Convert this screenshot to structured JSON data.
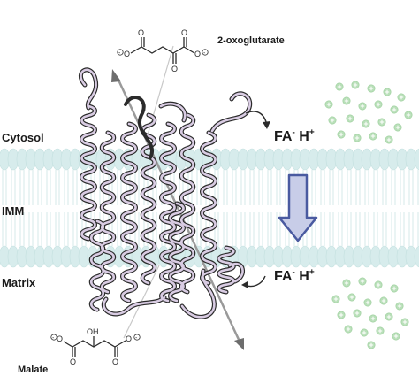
{
  "labels": {
    "cytosol": "Cytosol",
    "imm": "IMM",
    "matrix": "Matrix",
    "oxoglutarate": "2-oxoglutarate",
    "malate": "Malate"
  },
  "ions_top": {
    "fa": "FA",
    "fa_charge": "-",
    "h": "H",
    "h_charge": "+"
  },
  "ions_bottom": {
    "fa": "FA",
    "fa_charge": "-",
    "h": "H",
    "h_charge": "+"
  },
  "molecules": {
    "oxoglutarate_charges": [
      "-",
      "-"
    ],
    "malate_oh": "OH",
    "malate_charges": [
      "-",
      "-"
    ]
  },
  "icons": {
    "membrane": "lipid-bilayer-icon",
    "protein": "transporter-protein-icon",
    "arrow": "down-arrow-icon",
    "protons": "proton-cluster-icon"
  },
  "colors": {
    "membrane": "#d7ecec",
    "protein_fill": "#d9cce3",
    "protein_outline": "#2b2b2b",
    "arrow_fill": "#c8cde8",
    "arrow_stroke": "#4a5aa0",
    "proton": "#b9dfb9"
  }
}
